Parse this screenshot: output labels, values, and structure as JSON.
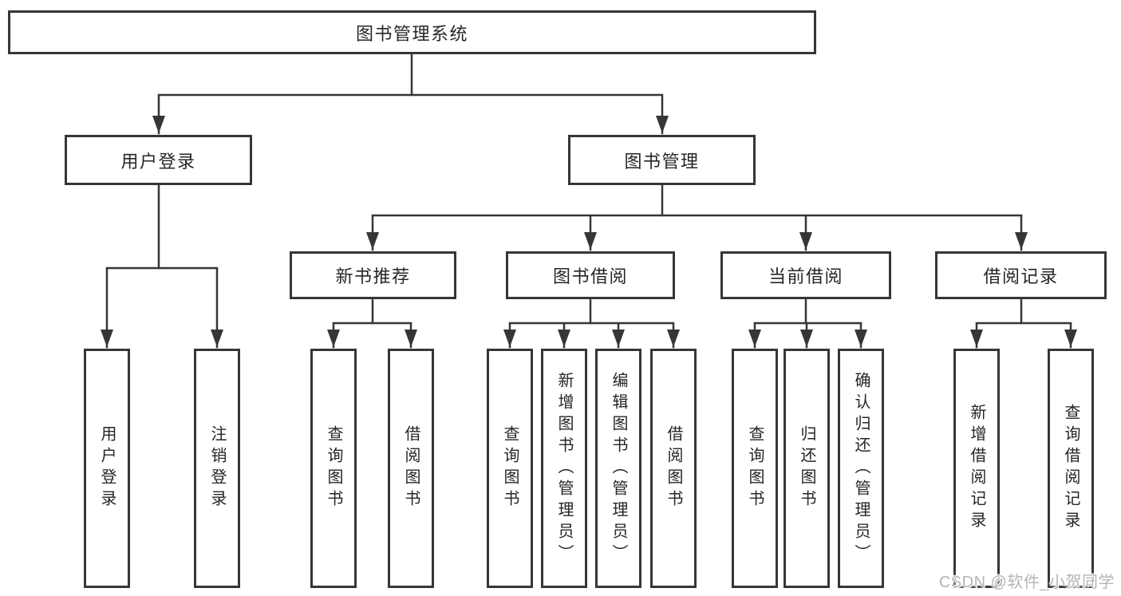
{
  "diagram": {
    "title_note": "functional structure tree",
    "nodes": {
      "root": "图书管理系统",
      "user_login": "用户登录",
      "book_management": "图书管理",
      "new_book_recommend": "新书推荐",
      "book_borrowing": "图书借阅",
      "current_borrowing": "当前借阅",
      "borrowing_records": "借阅记录",
      "leaf_user_login": "用户登录",
      "leaf_logout": "注销登录",
      "leaf_rec_query_books": "查询图书",
      "leaf_rec_borrow_books": "借阅图书",
      "leaf_bor_query_books": "查询图书",
      "leaf_bor_add_books_admin": "新增图书（管理员）",
      "leaf_bor_edit_books_admin": "编辑图书（管理员）",
      "leaf_bor_borrow_books": "借阅图书",
      "leaf_cur_query_books": "查询图书",
      "leaf_cur_return_books": "归还图书",
      "leaf_cur_confirm_return_admin": "确认归还（管理员）",
      "leaf_hist_add_record": "新增借阅记录",
      "leaf_hist_query_record": "查询借阅记录"
    },
    "colors": {
      "line": "#363636",
      "text": "#262626",
      "background": "#ffffff",
      "watermark": "#b5b5b5"
    }
  },
  "watermark": {
    "text": "CSDN @软件_小贺同学"
  }
}
